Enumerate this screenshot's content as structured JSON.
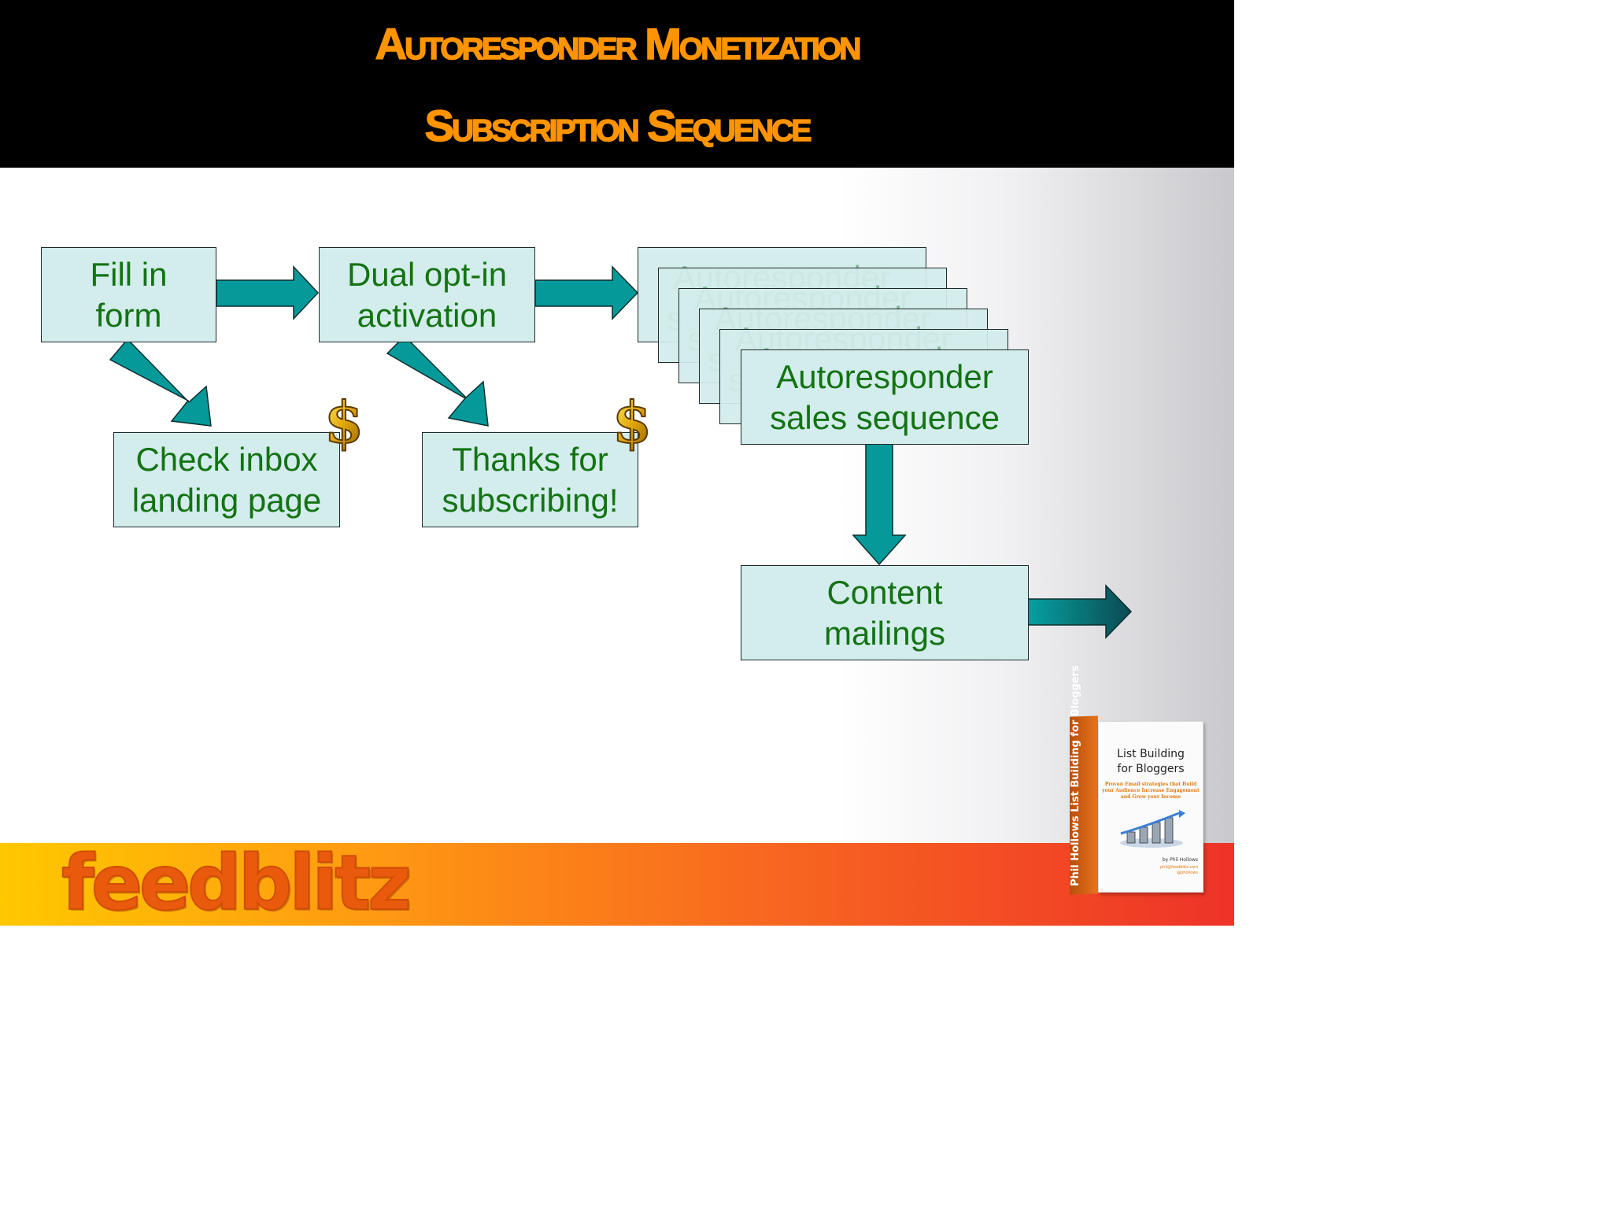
{
  "slide": {
    "title_line1": "Autoresponder Monetization",
    "title_line2": "Subscription Sequence"
  },
  "flow": {
    "fill_in_form": "Fill in\nform",
    "dual_opt_in": "Dual opt-in\nactivation",
    "check_inbox": "Check inbox\nlanding page",
    "thanks": "Thanks for\nsubscribing!",
    "autoresponder": "Autoresponder\nsales sequence",
    "content_mailings": "Content\nmailings"
  },
  "icons": {
    "dollar": "dollar-sign-icon"
  },
  "footer": {
    "logo": "feedblitz"
  },
  "book": {
    "title": "List Building\nfor Bloggers",
    "subtitle": "Proven Email strategies that Build your Audience Increase Engagement and Grow your Income",
    "author": "by Phil Hollows",
    "meta": "phil@feedblitz.com\n@phollows",
    "spine": "Phil Hollows   List Building for Bloggers"
  },
  "colors": {
    "header_bg": "#000000",
    "title": "#ff9400",
    "box_fill": "#d3ecec",
    "box_text": "#137313",
    "arrow_fill": "#06999a",
    "footer_start": "#ffc800",
    "footer_end": "#ee3328",
    "logo": "#ea5a0c"
  }
}
